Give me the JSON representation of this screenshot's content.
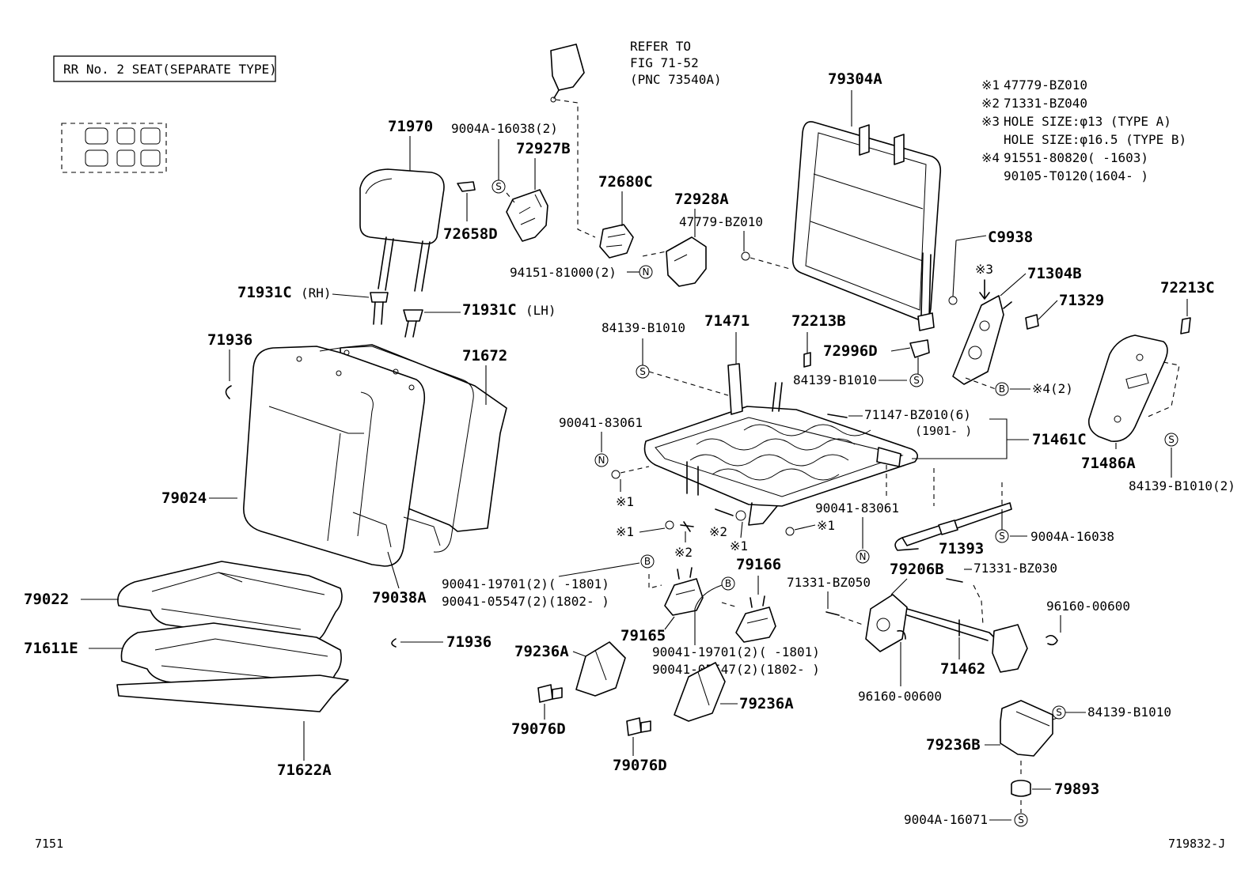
{
  "header": {
    "boxed_title": "RR No. 2 SEAT(SEPARATE TYPE)",
    "refer_line1": "REFER TO",
    "refer_line2": "FIG 71-52",
    "refer_line3": "(PNC 73540A)"
  },
  "notes": [
    {
      "mark": "※1",
      "text": "47779-BZ010"
    },
    {
      "mark": "※2",
      "text": "71331-BZ040"
    },
    {
      "mark": "※3",
      "text": "HOLE SIZE:φ13 (TYPE A)"
    },
    {
      "mark": "",
      "text": "HOLE SIZE:φ16.5 (TYPE B)"
    },
    {
      "mark": "※4",
      "text": "91551-80820(     -1603)"
    },
    {
      "mark": "",
      "text": "90105-T0120(1604-     )"
    }
  ],
  "marker_letters": {
    "s": "S",
    "n": "N",
    "b": "B"
  },
  "parts": {
    "p71970": "71970",
    "p9004A16038_2": "9004A-16038(2)",
    "p72927B": "72927B",
    "p72680C": "72680C",
    "p72928A": "72928A",
    "p47779BZ010": "47779-BZ010",
    "p79304A": "79304A",
    "p72658D": "72658D",
    "p94151": "94151-81000(2)",
    "p71931C_RH": "71931C",
    "rh": "(RH)",
    "p71931C_LH": "71931C",
    "lh": "(LH)",
    "p71936_a": "71936",
    "p71672": "71672",
    "p84139B1010_a": "84139-B1010",
    "p71471": "71471",
    "p72213B": "72213B",
    "p72996D": "72996D",
    "p84139B1010_b": "84139-B1010",
    "pC9938": "C9938",
    "x3": "※3",
    "p71304B": "71304B",
    "p71329": "71329",
    "p72213C": "72213C",
    "x4_2": "※4(2)",
    "p71147": "71147-BZ010(6)",
    "p71147_sub": "(1901-     )",
    "p71461C": "71461C",
    "p90041_83061_a": "90041-83061",
    "p79024": "79024",
    "x1_a": "※1",
    "x1_b": "※1",
    "x2_a": "※2",
    "x1_c": "※1",
    "x1_d": "※1",
    "x2_b": "※2",
    "p90041_83061_b": "90041-83061",
    "p71486A": "71486A",
    "p84139B1010_2": "84139-B1010(2)",
    "p71393": "71393",
    "p9004A16038": "9004A-16038",
    "p79038A": "79038A",
    "p79166": "79166",
    "p79206B": "79206B",
    "p71331BZ030": "71331-BZ030",
    "p90041_19701_a": "90041-19701(2)(     -1801)",
    "p90041_05547_a": "90041-05547(2)(1802-     )",
    "p71331BZ050": "71331-BZ050",
    "p79022": "79022",
    "p96160_a": "96160-00600",
    "p71611E": "71611E",
    "p79165": "79165",
    "p71936_b": "71936",
    "p79236A_a": "79236A",
    "p90041_19701_b": "90041-19701(2)(     -1801)",
    "p90041_05547_b": "90041-05547(2)(1802-     )",
    "p71462": "71462",
    "p96160_b": "96160-00600",
    "p79076D_a": "79076D",
    "p79236A_b": "79236A",
    "p84139B1010_c": "84139-B1010",
    "p79076D_b": "79076D",
    "p79236B": "79236B",
    "p71622A": "71622A",
    "p79893": "79893",
    "p9004A16071": "9004A-16071"
  },
  "footer": {
    "left": "7151",
    "right": "719832-J"
  }
}
